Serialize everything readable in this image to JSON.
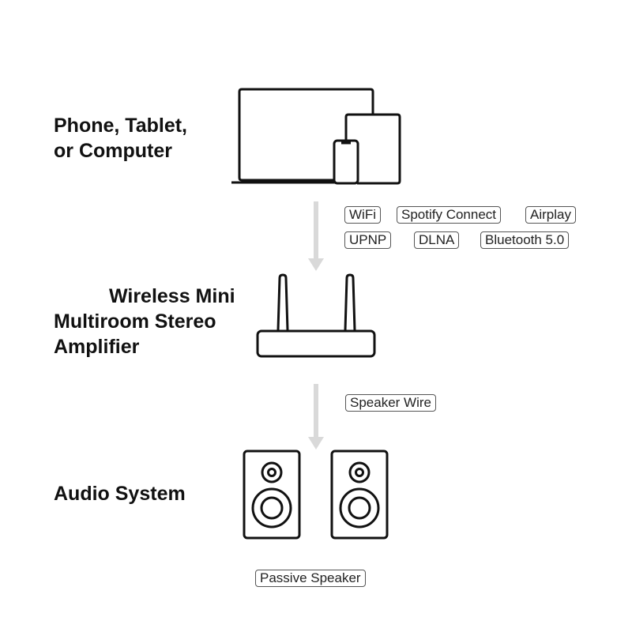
{
  "nodes": {
    "source": {
      "label_line1": "Phone, Tablet,",
      "label_line2": "or Computer",
      "icon": "devices-icon"
    },
    "amplifier": {
      "label_line1": "Wireless Mini",
      "label_line2": "Multiroom Stereo",
      "label_line3": "Amplifier",
      "icon": "router-amplifier-icon"
    },
    "audio": {
      "label": "Audio System",
      "icon": "speakers-icon"
    }
  },
  "connections": {
    "source_to_amp": {
      "tags": [
        "WiFi",
        "Spotify Connect",
        "Airplay",
        "UPNP",
        "DLNA",
        "Bluetooth 5.0"
      ]
    },
    "amp_to_audio": {
      "tags": [
        "Speaker Wire"
      ]
    }
  },
  "audio_caption": "Passive Speaker",
  "colors": {
    "stroke": "#111111",
    "arrow": "#d9d9d9",
    "tag_border": "#555555"
  }
}
